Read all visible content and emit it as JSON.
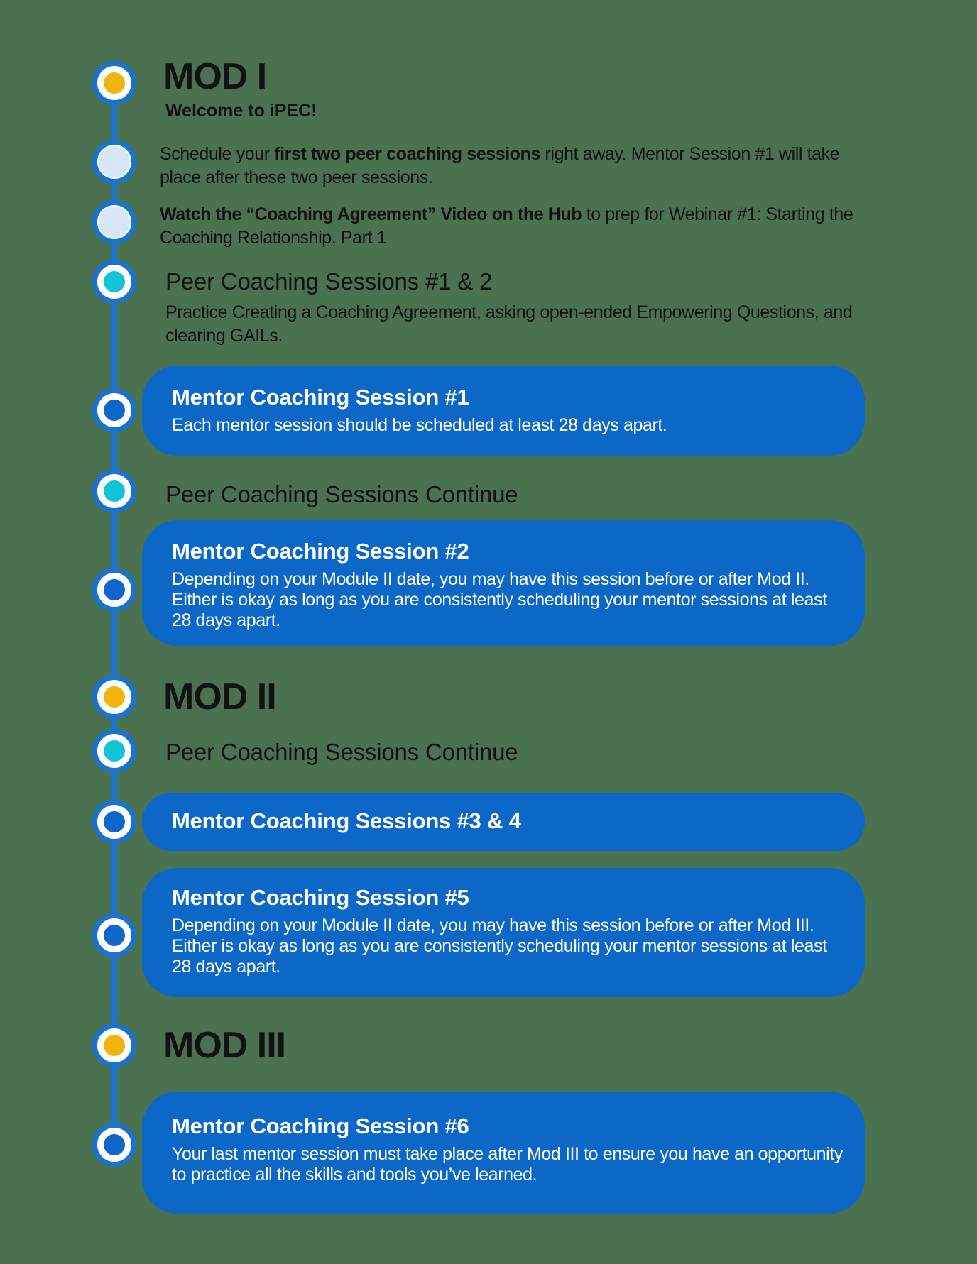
{
  "colors": {
    "background": "#4A7150",
    "line_blue": "#1A73CE",
    "box_blue": "#0D67C6",
    "gold": "#F1B30D",
    "teal": "#15C3D9",
    "pale_blue": "#D8E7F4",
    "dark_dot_blue": "#0F67C7",
    "text_black": "#121212",
    "box_text_white": "#FFFFFF"
  },
  "mod1": {
    "title": "MOD I",
    "welcome": "Welcome to iPEC!",
    "schedule_paragraph": [
      {
        "t": "Schedule your "
      },
      {
        "t": "first two peer coaching sessions",
        "b": true
      },
      {
        "t": " right away. Mentor Session #1 will take place after these two peer sessions."
      }
    ],
    "watch_paragraph": [
      {
        "t": "Watch the “Coaching Agreement” Video on the Hub",
        "b": true
      },
      {
        "t": " to prep for Webinar #1: Starting the Coaching Relationship, Part 1"
      }
    ],
    "peer_sessions_heading": "Peer Coaching Sessions #1 & 2",
    "peer_sessions_body": "Practice Creating a Coaching Agreement, asking open-ended Empowering Questions, and clearing GAILs.",
    "mentor_box_1": {
      "title": "Mentor Coaching Session #1",
      "body": "Each mentor session should be scheduled at least 28 days apart."
    },
    "peer_continue": "Peer Coaching Sessions Continue",
    "mentor_box_2": {
      "title": "Mentor Coaching Session #2",
      "body": "Depending on your Module II date, you may have this session before or after Mod II. Either is okay as long as you are consistently scheduling your mentor sessions at least 28 days apart."
    }
  },
  "mod2": {
    "title": "MOD II",
    "peer_continue": "Peer Coaching Sessions Continue",
    "mentor_box_3_4": {
      "title": "Mentor Coaching Sessions #3 & 4"
    },
    "mentor_box_5": {
      "title": "Mentor Coaching Session #5",
      "body": "Depending on your Module II date, you may have this session before or after Mod III. Either is okay as long as you are consistently scheduling your mentor sessions at least 28 days apart."
    }
  },
  "mod3": {
    "title": "MOD III",
    "mentor_box_6": {
      "title": "Mentor Coaching Session #6",
      "body": "Your last mentor session must take place after Mod III to ensure you have an opportunity to practice all the skills and tools you’ve learned."
    }
  },
  "timeline": {
    "node_kinds": [
      "module-gold",
      "step-pale",
      "step-pale",
      "peer-teal",
      "mentor-dark",
      "peer-teal",
      "mentor-dark",
      "module-gold",
      "peer-teal",
      "mentor-dark",
      "mentor-dark",
      "module-gold",
      "mentor-dark"
    ]
  }
}
